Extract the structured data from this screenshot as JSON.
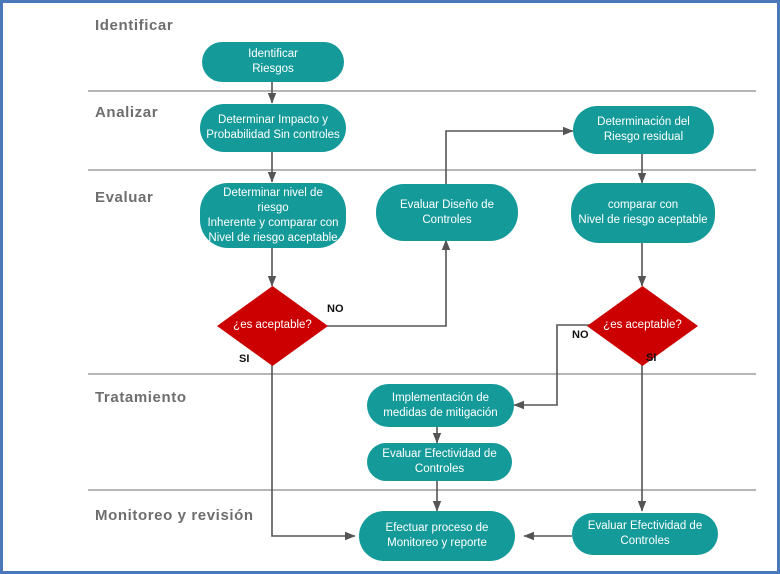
{
  "diagram": {
    "title_colors": {
      "node_fill": "#159a9a",
      "decision_fill": "#cc0000",
      "lane_line": "#9a9a9a",
      "connector": "#555555",
      "frame_border": "#4a78b8",
      "lane_label_color": "#6e6e6e"
    },
    "lanes": [
      {
        "id": "identificar",
        "label": "Identificar"
      },
      {
        "id": "analizar",
        "label": "Analizar"
      },
      {
        "id": "evaluar",
        "label": "Evaluar"
      },
      {
        "id": "tratamiento",
        "label": "Tratamiento"
      },
      {
        "id": "monitoreo",
        "label": "Monitoreo y revisión"
      }
    ],
    "nodes": [
      {
        "id": "identificar-riesgos",
        "text": "Identificar\nRiesgos"
      },
      {
        "id": "determinar-impacto",
        "text": "Determinar Impacto y\nProbabilidad Sin controles"
      },
      {
        "id": "determinacion-riesgo-residual",
        "text": "Determinación del\nRiesgo residual"
      },
      {
        "id": "determinar-nivel-riesgo",
        "text": "Determinar nivel de riesgo\nInherente y comparar con\nNivel de riesgo aceptable"
      },
      {
        "id": "evaluar-diseno-controles",
        "text": "Evaluar Diseño de\nControles"
      },
      {
        "id": "comparar-con-nivel",
        "text": "comparar con\nNivel de riesgo aceptable"
      },
      {
        "id": "implementacion-medidas",
        "text": "Implementación de\nmedidas de mitigación"
      },
      {
        "id": "evaluar-efectividad-controles-1",
        "text": "Evaluar Efectividad de\nControles"
      },
      {
        "id": "efectuar-proceso-monitoreo",
        "text": "Efectuar proceso de\nMonitoreo y reporte"
      },
      {
        "id": "evaluar-efectividad-controles-2",
        "text": "Evaluar Efectividad de\nControles"
      }
    ],
    "decisions": [
      {
        "id": "es-aceptable-izquierda",
        "text": "¿es aceptable?"
      },
      {
        "id": "es-aceptable-derecha",
        "text": "¿es aceptable?"
      }
    ],
    "edge_labels": [
      {
        "id": "no-izquierda",
        "text": "NO"
      },
      {
        "id": "si-izquierda",
        "text": "SI"
      },
      {
        "id": "no-derecha",
        "text": "NO"
      },
      {
        "id": "si-derecha",
        "text": "SI"
      }
    ]
  }
}
